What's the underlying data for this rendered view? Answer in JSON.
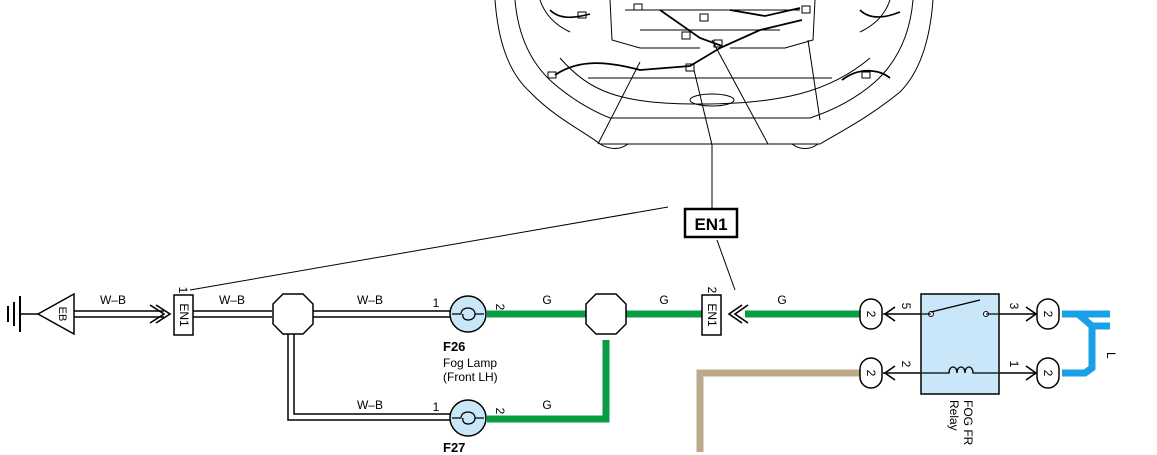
{
  "colors": {
    "ground_wire": "#000000",
    "green_wire": "#0a9b45",
    "blue_wire": "#1aa0e6",
    "tan_wire": "#bca98c",
    "component_fill": "#c9e7f9"
  },
  "ground": {
    "label": "EB"
  },
  "connector_en1_left": {
    "label": "EN1",
    "pin": "1"
  },
  "connector_en1_right": {
    "label": "EN1",
    "pin": "2"
  },
  "callout": {
    "label": "EN1"
  },
  "wires": {
    "wb1": "W–B",
    "wb2": "W–B",
    "wb3": "W–B",
    "wb4": "W–B",
    "g1": "G",
    "g2": "G",
    "g3": "G",
    "g4": "G",
    "l1": "L"
  },
  "fog_lamp_lh": {
    "code": "F26",
    "name_line1": "Fog Lamp",
    "name_line2": "(Front LH)",
    "pin_in": "1",
    "pin_out": "2"
  },
  "fog_lamp_rh": {
    "code": "F27",
    "pin_in": "1",
    "pin_out": "2"
  },
  "relay": {
    "name_line1": "FOG FR",
    "name_line2": "Relay",
    "pin_top_left": "5",
    "pin_top_right": "3",
    "pin_bottom_left": "2",
    "pin_bottom_right": "1",
    "term_top_left": "2",
    "term_top_right": "2",
    "term_bottom_left": "2",
    "term_bottom_right": "2"
  }
}
